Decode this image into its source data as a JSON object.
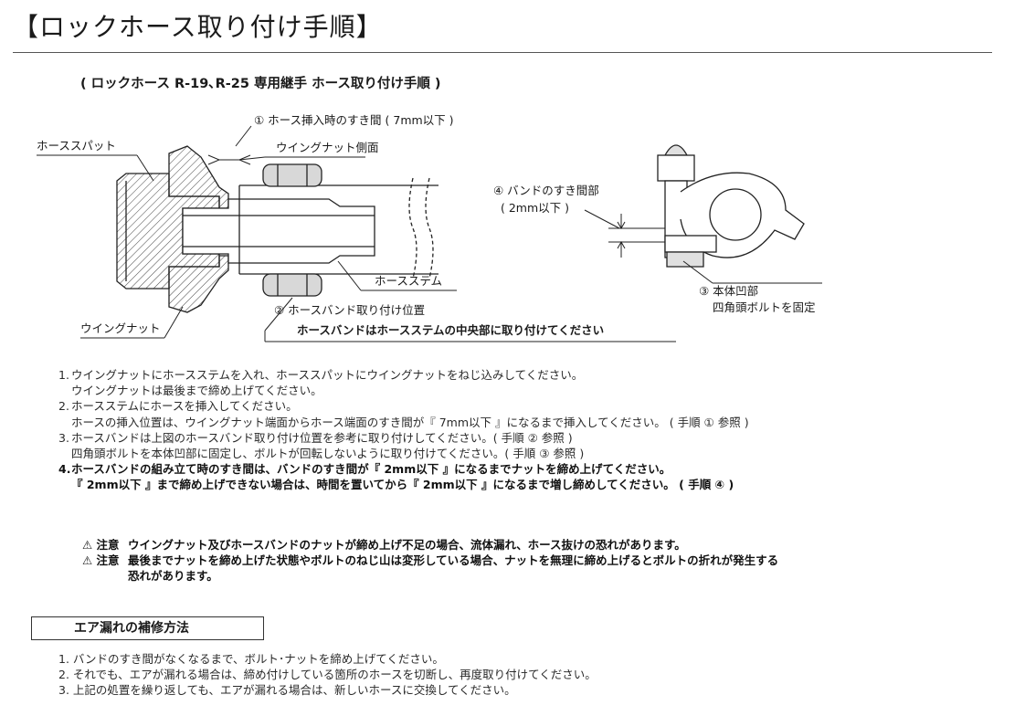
{
  "page": {
    "title": "【ロックホース取り付け手順】",
    "subtitle": "( ロックホース R-19､R-25 専用継手 ホース取り付け手順 )"
  },
  "diagram": {
    "label_gap": "① ホース挿入時のすき間 ( 7mm以下 )",
    "label_spud": "ホーススパット",
    "label_wingnut_side": "ウイングナット側面",
    "label_wingnut": "ウイングナット",
    "label_stem": "ホースステム",
    "label_band_pos_1": "② ホースバンド取り付け位置",
    "label_band_pos_2": "ホースバンドはホースステムの中央部に取り付けてください",
    "label_band_gap_1": "④ バンドのすき間部",
    "label_band_gap_2": "( 2mm以下 )",
    "label_recess_1": "③ 本体凹部",
    "label_recess_2": "四角頭ボルトを固定"
  },
  "steps": [
    {
      "num": "1.",
      "lines": [
        "ウイングナットにホースステムを入れ、ホーススパットにウイングナットをねじ込みしてください。",
        "ウイングナットは最後まで締め上げてください。"
      ]
    },
    {
      "num": "2.",
      "lines": [
        "ホースステムにホースを挿入してください。",
        "ホースの挿入位置は、ウイングナット端面からホース端面のすき間が『 7mm以下 』になるまで挿入してください。 ( 手順 ① 参照 )"
      ]
    },
    {
      "num": "3.",
      "lines": [
        "ホースバンドは上図のホースバンド取り付け位置を参考に取り付けしてください。( 手順 ② 参照 )",
        "四角頭ボルトを本体凹部に固定し、ボルトが回転しないように取り付けてください。( 手順 ③ 参照 )"
      ]
    },
    {
      "num": "4.",
      "lines": [
        "ホースバンドの組み立て時のすき間は、バンドのすき間が『 2mm以下 』になるまでナットを締め上げてください。",
        "『 2mm以下 』まで締め上げできない場合は、時間を置いてから『 2mm以下 』になるまで増し締めしてください。 ( 手順 ④ )"
      ]
    }
  ],
  "warnings": [
    {
      "tag": "⚠ 注意",
      "lines": [
        "ウイングナット及びホースバンドのナットが締め上げ不足の場合、流体漏れ、ホース抜けの恐れがあります。"
      ]
    },
    {
      "tag": "⚠ 注意",
      "lines": [
        "最後までナットを締め上げた状態やボルトのねじ山は変形している場合、ナットを無理に締め上げるとボルトの折れが発生する",
        "恐れがあります。"
      ]
    }
  ],
  "repair": {
    "heading": "エア漏れの補修方法",
    "items": [
      "1. バンドのすき間がなくなるまで、ボルト･ナットを締め上げてください。",
      "2. それでも、エアが漏れる場合は、締め付けしている箇所のホースを切断し、再度取り付けてください。",
      "3. 上記の処置を繰り返しても、エアが漏れる場合は、新しいホースに交換してください。"
    ]
  }
}
